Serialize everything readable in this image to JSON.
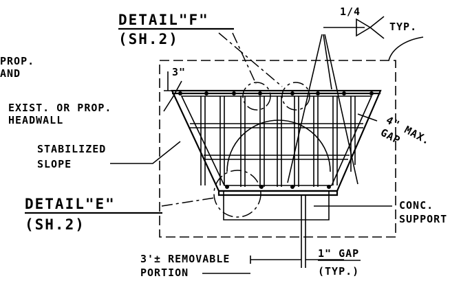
{
  "labels": {
    "detail_f": "DETAIL\"F\"",
    "detail_f_sheet": "(SH.2)",
    "detail_e": "DETAIL\"E\"",
    "detail_e_sheet": "(SH.2)",
    "weld_size": "1/4",
    "weld_typ": "TYP.",
    "cut_prop": "PROP.",
    "cut_and": "AND",
    "headwall_1": "EXIST. OR PROP.",
    "headwall_2": "HEADWALL",
    "slope_1": "STABILIZED",
    "slope_2": "SLOPE",
    "gap_max_1": "4\" MAX.",
    "gap_max_2": "GAP",
    "dim_3in": "3\"",
    "conc_1": "CONC.",
    "conc_2": "SUPPORT",
    "removable_1": "3'± REMOVABLE",
    "removable_2": "PORTION",
    "gap_1in": "1\" GAP",
    "gap_typ": "(TYP.)"
  }
}
